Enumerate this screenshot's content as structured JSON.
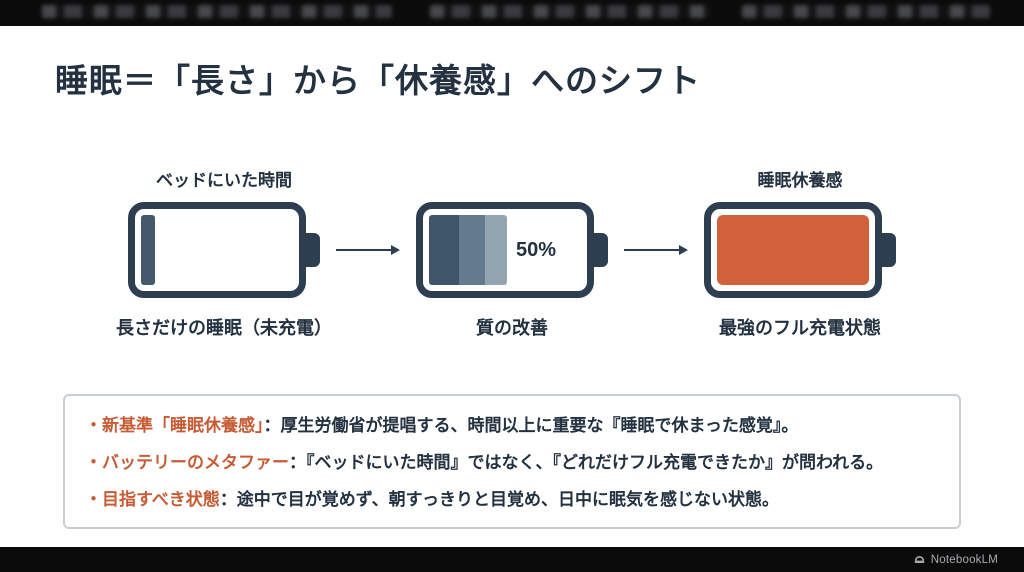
{
  "title": "睡眠＝「長さ」から「休養感」へのシフト",
  "diagram": {
    "batteries": [
      {
        "label_top": "ベッドにいた時間",
        "label_bottom": "長さだけの睡眠（未充電）",
        "fill_type": "low",
        "percent_label": ""
      },
      {
        "label_top": "",
        "label_bottom": "質の改善",
        "fill_type": "half",
        "percent_label": "50%"
      },
      {
        "label_top": "睡眠休養感",
        "label_bottom": "最強のフル充電状態",
        "fill_type": "full",
        "percent_label": ""
      }
    ]
  },
  "info_box": {
    "bullets": [
      {
        "heading": "・新基準「睡眠休養感」",
        "body": "：厚生労働省が提唱する、時間以上に重要な『睡眠で休まった感覚』。"
      },
      {
        "heading": "・バッテリーのメタファー",
        "body": "：『ベッドにいた時間』ではなく、『どれだけフル充電できたか』が問われる。"
      },
      {
        "heading": "・目指すべき状態",
        "body": "：途中で目が覚めず、朝すっきりと目覚め、日中に眠気を感じない状態。"
      }
    ]
  },
  "frame": {
    "watermark": "NotebookLM"
  },
  "colors": {
    "title_text": "#233140",
    "accent_orange_text": "#c65c35",
    "battery_full_fill": "#d1603b",
    "battery_outline": "#2c3e50",
    "segment_dark": "#3f566a",
    "segment_mid": "#637b8d",
    "segment_light": "#93a5b1",
    "box_border": "#c9ced4",
    "letterbox": "#0b0b0c",
    "watermark_text": "#a7abb0"
  }
}
